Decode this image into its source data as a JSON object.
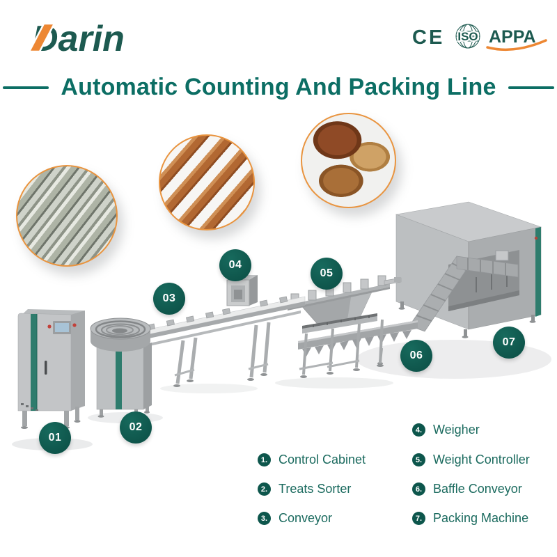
{
  "colors": {
    "title_teal": "#0c6e64",
    "logo_teal": "#1d5a50",
    "badge_teal": "#0d564c",
    "accent_orange": "#ed8733",
    "machine_stripe_teal": "#2e7c6d",
    "machine_grey": "#b9bcbe"
  },
  "header": {
    "logo_text": "Darin",
    "certifications": [
      {
        "label": "CE"
      },
      {
        "label": "ISO"
      },
      {
        "label": "APPA"
      }
    ]
  },
  "title": "Automatic Counting And Packing Line",
  "product_photos": [
    {
      "name": "wrapped-treat-sticks-photo"
    },
    {
      "name": "bully-stick-treats-photo"
    },
    {
      "name": "pig-ear-treats-photo"
    }
  ],
  "machine_badges": [
    "01",
    "02",
    "03",
    "04",
    "05",
    "06",
    "07"
  ],
  "legend": {
    "left": [
      {
        "num": "1.",
        "label": "Control Cabinet"
      },
      {
        "num": "2.",
        "label": "Treats Sorter"
      },
      {
        "num": "3.",
        "label": "Conveyor"
      }
    ],
    "right": [
      {
        "num": "4.",
        "label": "Weigher"
      },
      {
        "num": "5.",
        "label": "Weight Controller"
      },
      {
        "num": "6.",
        "label": "Baffle Conveyor"
      },
      {
        "num": "7.",
        "label": "Packing Machine"
      }
    ]
  }
}
